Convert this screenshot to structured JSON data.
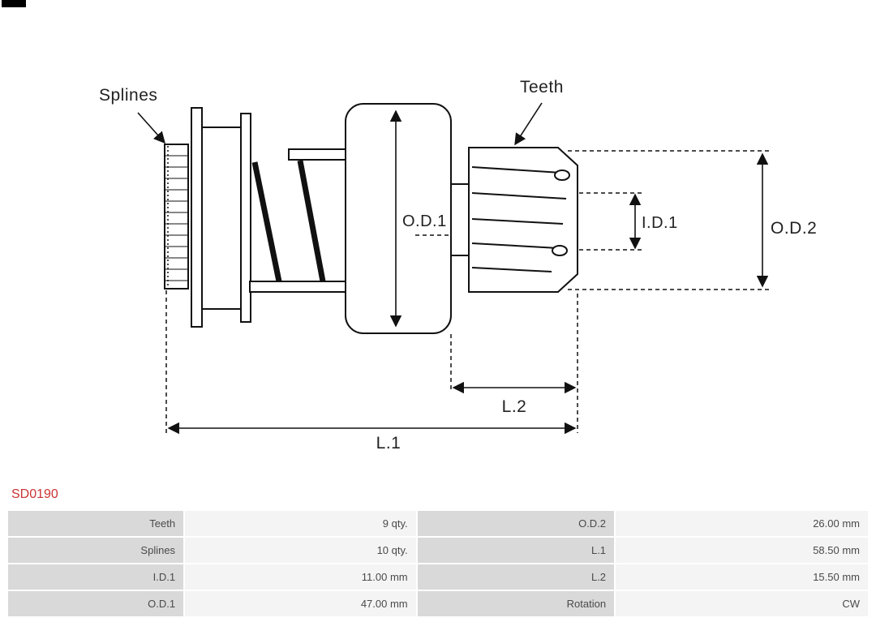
{
  "part_number": "SD0190",
  "diagram": {
    "labels": {
      "splines": "Splines",
      "teeth": "Teeth",
      "od1": "O.D.1",
      "id1": "I.D.1",
      "od2": "O.D.2",
      "l1": "L.1",
      "l2": "L.2"
    }
  },
  "table": {
    "rows": [
      {
        "label1": "Teeth",
        "value1": "9 qty.",
        "label2": "O.D.2",
        "value2": "26.00 mm"
      },
      {
        "label1": "Splines",
        "value1": "10 qty.",
        "label2": "L.1",
        "value2": "58.50 mm"
      },
      {
        "label1": "I.D.1",
        "value1": "11.00 mm",
        "label2": "L.2",
        "value2": "15.50 mm"
      },
      {
        "label1": "O.D.1",
        "value1": "47.00 mm",
        "label2": "Rotation",
        "value2": "CW"
      }
    ]
  }
}
